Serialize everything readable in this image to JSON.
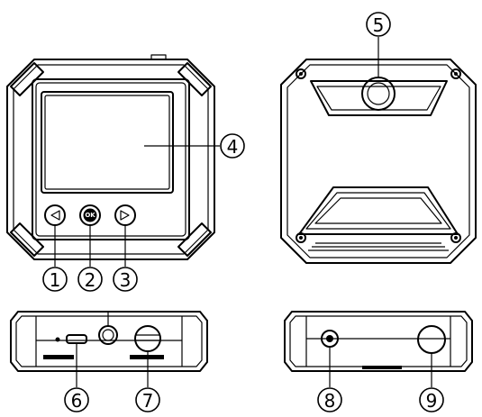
{
  "callouts": {
    "c1": "1",
    "c2": "2",
    "c3": "3",
    "c4": "4",
    "c5": "5",
    "c6": "6",
    "c7": "7",
    "c8": "8",
    "c9": "9"
  },
  "front": {
    "ok_label": "OK"
  },
  "icons": {
    "left_button": "left-triangle-icon",
    "right_button": "right-triangle-icon",
    "usb_port": "micro-usb-port-icon",
    "card_slot": "card-slot-icon",
    "camera_lens": "camera-lens-icon",
    "audio_jack": "audio-jack-icon",
    "mount_hole": "mount-hole-icon"
  },
  "colors": {
    "line": "#000000",
    "background": "#ffffff"
  }
}
